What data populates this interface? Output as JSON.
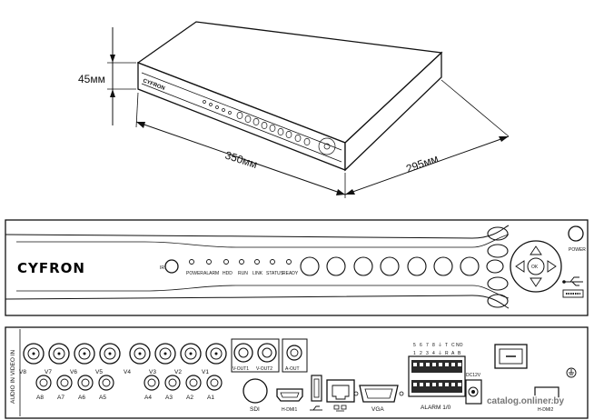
{
  "dimensions": {
    "height": "45мм",
    "width": "350мм",
    "depth": "295мм"
  },
  "brand": "CYFRON",
  "front": {
    "ir_label": "IR",
    "led_labels": [
      "POWER",
      "ALARM",
      "HDD",
      "RUN",
      "LINK",
      "STATUS",
      "READY"
    ],
    "power_label": "POWER",
    "joystick_center": "OK"
  },
  "rear": {
    "side_label": "AUDIO IN  VIDEO IN",
    "video_in": [
      "V8",
      "V7",
      "V6",
      "V5",
      "V4",
      "V3",
      "V2",
      "V1"
    ],
    "audio_in": [
      "A8",
      "A7",
      "A6",
      "A5",
      "A4",
      "A3",
      "A2",
      "A1"
    ],
    "video_out": [
      "V-OUT1",
      "V-OUT2"
    ],
    "audio_out": "A-OUT",
    "sdi": "SDI",
    "hdmi1": "H-DMI1",
    "vga": "VGA",
    "hdmi2": "H-DMI2",
    "dc": "DC12V",
    "alarm": "ALARM 1/0",
    "alarm_top": [
      "5",
      "6",
      "7",
      "8",
      "⏚",
      "T",
      "C",
      "NO"
    ],
    "alarm_bottom": [
      "1",
      "2",
      "3",
      "4",
      "⏚",
      "R",
      "A",
      "B"
    ]
  },
  "watermark": "catalog.onliner.by"
}
